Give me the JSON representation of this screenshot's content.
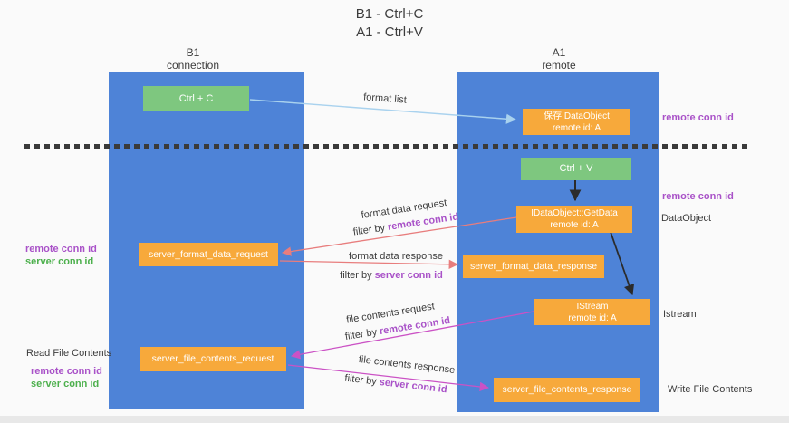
{
  "title": {
    "line1": "B1 - Ctrl+C",
    "line2": "A1 - Ctrl+V"
  },
  "lanes": {
    "left": {
      "name": "B1",
      "role": "connection"
    },
    "right": {
      "name": "A1",
      "role": "remote"
    }
  },
  "boxes": {
    "ctrl_c": "Ctrl + C",
    "ctrl_v": "Ctrl + V",
    "save_dataobject": {
      "line1": "保存IDataObject",
      "line2": "remote id: A"
    },
    "getdata": {
      "line1": "IDataObject::GetData",
      "line2": "remote id: A"
    },
    "istream": {
      "line1": "IStream",
      "line2": "remote id: A"
    },
    "server_format_data_request": "server_format_data_request",
    "server_format_data_response": "server_format_data_response",
    "server_file_contents_request": "server_file_contents_request",
    "server_file_contents_response": "server_file_contents_response"
  },
  "side_labels": {
    "remote_conn_id_top": "remote conn id",
    "remote_conn_id_mid": "remote conn id",
    "dataobject": "DataObject",
    "istream": "Istream",
    "read_file_contents": "Read File Contents",
    "write_file_contents": "Write File Contents",
    "legend_remote": "remote conn id",
    "legend_server": "server conn id"
  },
  "arrow_labels": {
    "format_list": "format list",
    "format_data_request": "format data request",
    "format_data_response": "format data response",
    "file_contents_request": "file contents request",
    "file_contents_response": "file contents response",
    "filter_by": "filter by ",
    "remote_conn_id": "remote conn id",
    "server_conn_id": "server conn id"
  },
  "colors": {
    "bg": "#fafafa",
    "strip": "#e8e8e8",
    "laneBlue": "#4e83d7",
    "boxGreen": "#7ec77f",
    "boxOrange": "#f7a93b",
    "textDark": "#3c3c3c",
    "purple": "#a952c8",
    "greenLbl": "#4db04d",
    "dash": "#3a3a3a",
    "arrowLightblue": "#a9d2ee",
    "arrowBlack": "#2b2b2b",
    "arrowSalmon": "#e87d7d",
    "arrowMagenta": "#cb52c5"
  }
}
